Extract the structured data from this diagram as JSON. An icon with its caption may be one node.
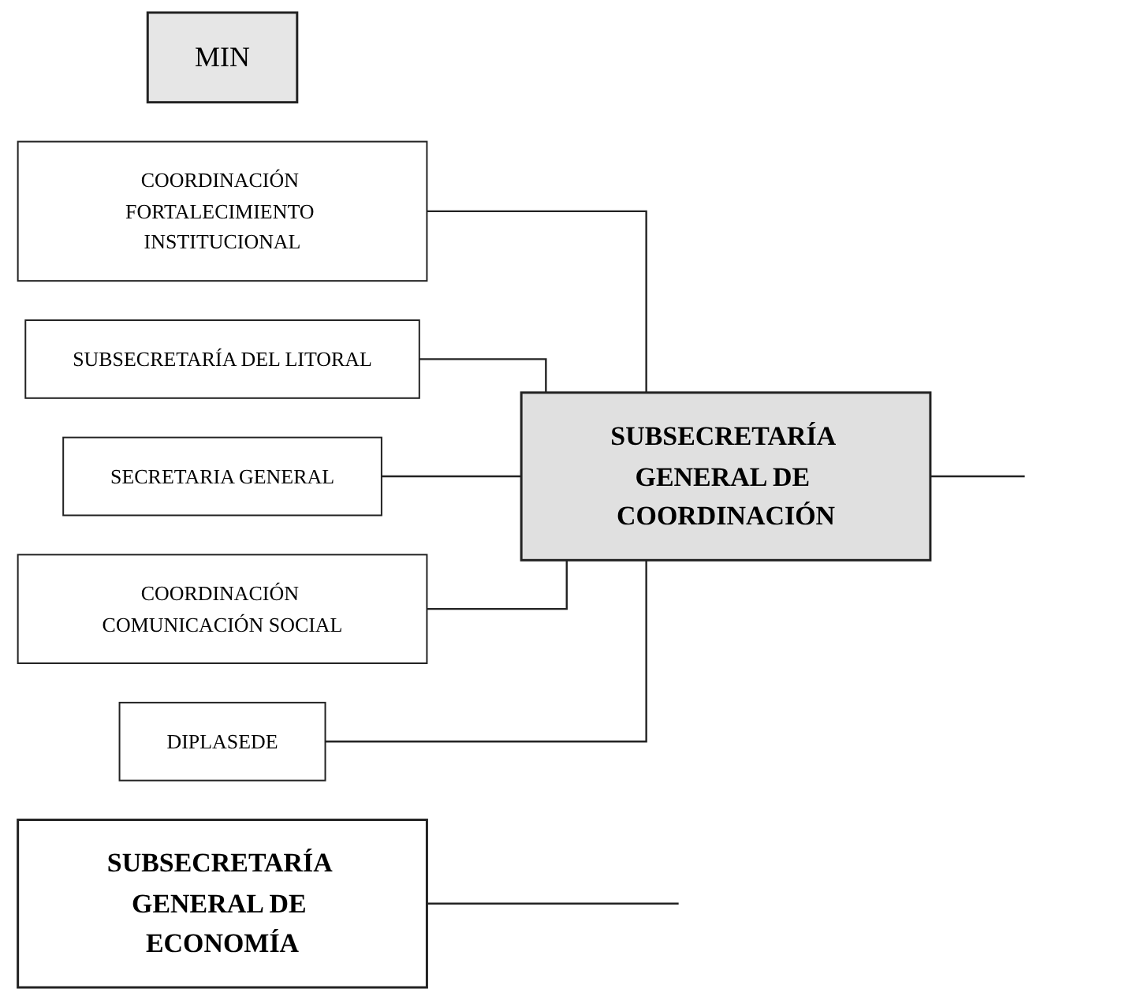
{
  "diagram": {
    "nodes": [
      {
        "text": [
          "MIN"
        ]
      },
      {
        "text": [
          "COORDINACIÓN FORTALECIMIENTO INSTITUCIONAL"
        ]
      },
      {
        "text": [
          "SUBSECRETARÍA DEL LITORAL"
        ]
      },
      {
        "text": [
          "SECRETARIA GENERAL"
        ]
      },
      {
        "text": [
          "COORDINACIÓN COMUNICACIÓN SOCIAL"
        ]
      },
      {
        "text": [
          "DIPLASEDE"
        ]
      },
      {
        "text": [
          "SUBSECRETARÍA GENERAL DE COORDINACIÓN"
        ]
      },
      {
        "text": [
          "SUBSECRETARÍA GENERAL DE ECONOMÍA"
        ]
      }
    ],
    "edges": [
      {
        "from": 1,
        "to": 6,
        "arrow": "none"
      },
      {
        "from": 2,
        "to": 6,
        "arrow": "none"
      },
      {
        "from": 3,
        "to": 6,
        "arrow": "none"
      },
      {
        "from": 4,
        "to": 6,
        "arrow": "none"
      },
      {
        "from": 5,
        "to": 6,
        "arrow": "none"
      },
      {
        "from": 6,
        "to": null,
        "arrow": "none"
      },
      {
        "from": 7,
        "to": null,
        "arrow": "none"
      }
    ]
  }
}
